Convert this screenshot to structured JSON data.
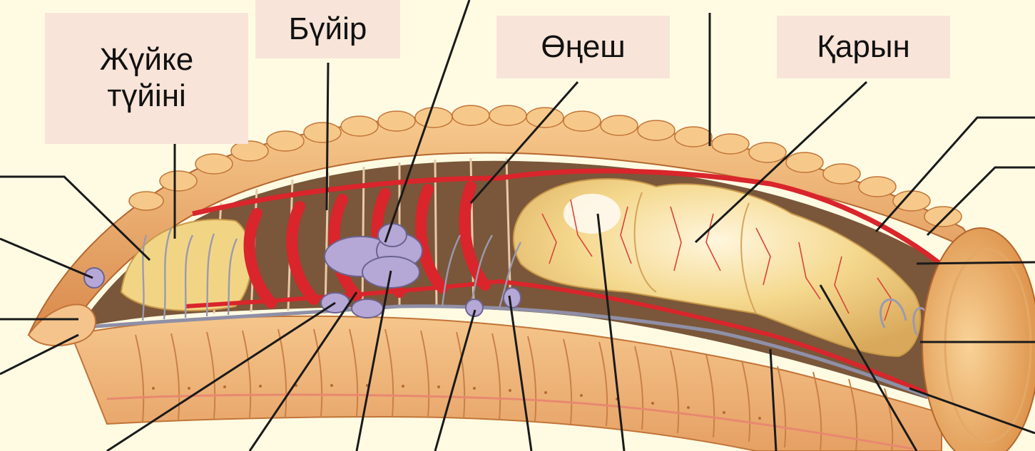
{
  "labels": {
    "nerve_ganglion": [
      "Жүйке",
      "түйіні"
    ],
    "kidney": "Бүйір",
    "esophagus": "Өңеш",
    "stomach": "Қарын"
  },
  "colors": {
    "background": "#fffbe3",
    "label_fill": "#f8e4d8",
    "body_wall": "#f1b46f",
    "body_wall_dark": "#d98a45",
    "blood_vessel": "#d9252b",
    "gut": "#f3d27a",
    "nerve": "#8f8fa7",
    "ganglia": "#b6a8d6",
    "leader_line": "#1a1a1a"
  }
}
